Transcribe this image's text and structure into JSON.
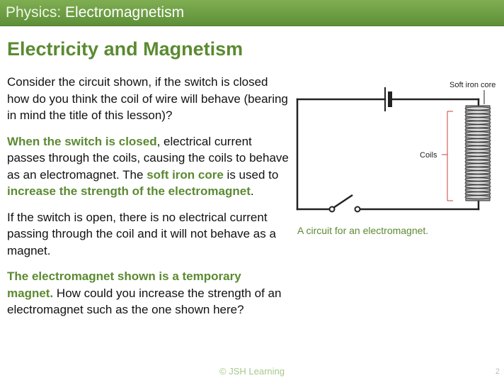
{
  "header": {
    "subject": "Physics:",
    "topic": "Electromagnetism"
  },
  "heading": "Electricity and Magnetism",
  "paragraph1": "Consider the circuit shown, if the switch is closed how do you think the coil of wire will behave (bearing in mind the title of this lesson)?",
  "paragraph2": {
    "hl1": "When the switch is closed",
    "t1": ", electrical current passes through the coils, causing the coils to behave as an electromagnet. The ",
    "hl2": "soft iron core",
    "t2": " is used to ",
    "hl3": "increase the strength of the electromagnet",
    "t3": "."
  },
  "paragraph3": "If the switch is open, there is no electrical current passing through the coil and it will not behave as a magnet.",
  "paragraph4": {
    "hl": "The electromagnet shown is a temporary magnet.",
    "t": "  How could you increase the strength of an electromagnet such as the one shown here?"
  },
  "diagram": {
    "label_core": "Soft iron core",
    "label_coils": "Coils",
    "caption": "A circuit for an electromagnet."
  },
  "footer": "© JSH Learning",
  "page_number": "2"
}
